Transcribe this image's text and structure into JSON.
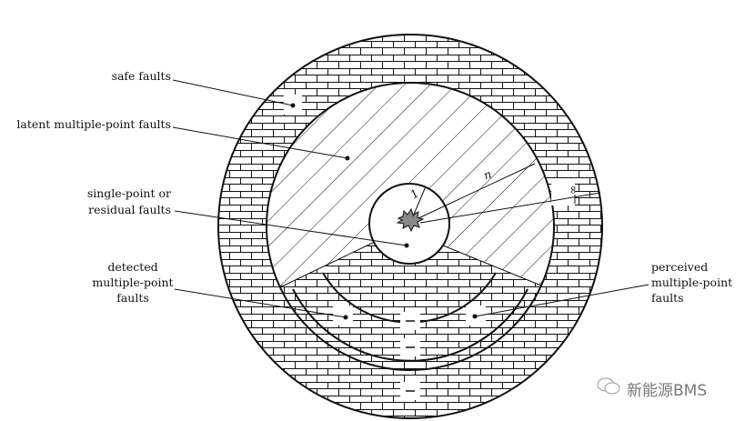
{
  "labels": {
    "safe": "safe faults",
    "latent": "latent multiple-point faults",
    "single_1": "single-point or",
    "single_2": "residual faults",
    "detected_1": "detected",
    "detected_2": "multiple-point",
    "detected_3": "faults",
    "perceived_1": "perceived",
    "perceived_2": "multiple-point",
    "perceived_3": "faults"
  },
  "markers": {
    "one": "1",
    "n": "n",
    "infinity": "∞"
  },
  "watermark": "新能源BMS",
  "colors": {
    "line": "#111111",
    "fault_core": "#888888",
    "watermark": "#777777"
  }
}
